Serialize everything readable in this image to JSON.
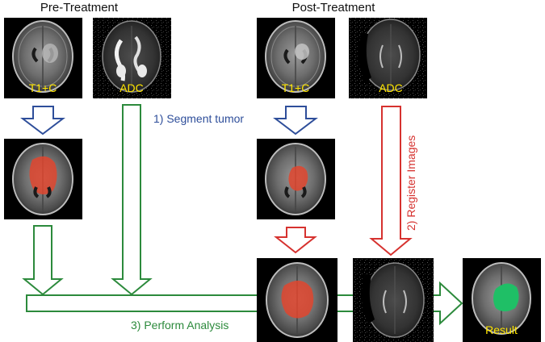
{
  "headings": {
    "pre": "Pre-Treatment",
    "post": "Post-Treatment"
  },
  "image_labels": {
    "pre_t1c": "T1+C",
    "pre_adc": "ADC",
    "post_t1c": "T1+C",
    "post_adc": "ADC",
    "result": "Result"
  },
  "steps": {
    "segment": "1) Segment tumor",
    "register": "2) Register Images",
    "analysis": "3) Perform Analysis"
  },
  "colors": {
    "segment": "#2e4e9a",
    "register": "#d6322f",
    "analysis": "#2c8a3c",
    "image_label": "#ffe600",
    "tumor": "#e0452e",
    "result_region": "#1fbf66"
  }
}
